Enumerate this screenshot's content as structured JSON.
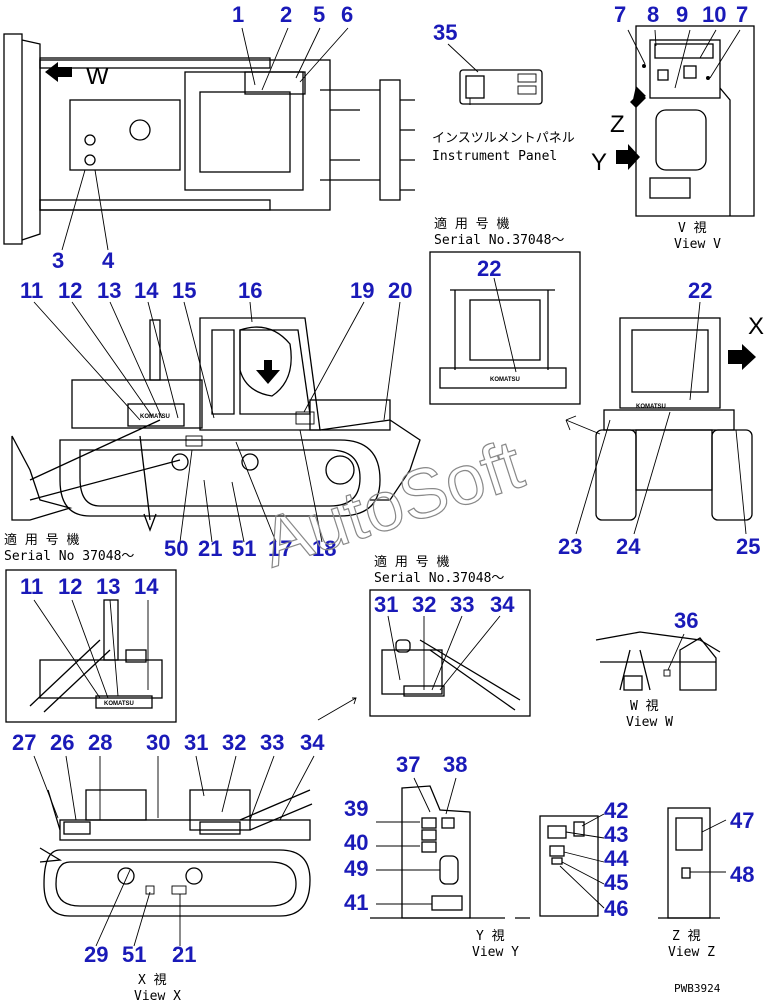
{
  "callouts": [
    {
      "id": "c1",
      "text": "1"
    },
    {
      "id": "c2",
      "text": "2"
    },
    {
      "id": "c5",
      "text": "5"
    },
    {
      "id": "c6",
      "text": "6"
    },
    {
      "id": "c3",
      "text": "3"
    },
    {
      "id": "c4",
      "text": "4"
    },
    {
      "id": "c35",
      "text": "35"
    },
    {
      "id": "c7a",
      "text": "7"
    },
    {
      "id": "c8",
      "text": "8"
    },
    {
      "id": "c9",
      "text": "9"
    },
    {
      "id": "c10",
      "text": "10"
    },
    {
      "id": "c7b",
      "text": "7"
    },
    {
      "id": "c22a",
      "text": "22"
    },
    {
      "id": "c22b",
      "text": "22"
    },
    {
      "id": "c11",
      "text": "11"
    },
    {
      "id": "c12",
      "text": "12"
    },
    {
      "id": "c13",
      "text": "13"
    },
    {
      "id": "c14",
      "text": "14"
    },
    {
      "id": "c15",
      "text": "15"
    },
    {
      "id": "c16",
      "text": "16"
    },
    {
      "id": "c19",
      "text": "19"
    },
    {
      "id": "c20",
      "text": "20"
    },
    {
      "id": "c50",
      "text": "50"
    },
    {
      "id": "c21a",
      "text": "21"
    },
    {
      "id": "c51a",
      "text": "51"
    },
    {
      "id": "c17",
      "text": "17"
    },
    {
      "id": "c18",
      "text": "18"
    },
    {
      "id": "c23",
      "text": "23"
    },
    {
      "id": "c24",
      "text": "24"
    },
    {
      "id": "c25",
      "text": "25"
    },
    {
      "id": "c11b",
      "text": "11"
    },
    {
      "id": "c12b",
      "text": "12"
    },
    {
      "id": "c13b",
      "text": "13"
    },
    {
      "id": "c14b",
      "text": "14"
    },
    {
      "id": "c31a",
      "text": "31"
    },
    {
      "id": "c32a",
      "text": "32"
    },
    {
      "id": "c33a",
      "text": "33"
    },
    {
      "id": "c34a",
      "text": "34"
    },
    {
      "id": "c36",
      "text": "36"
    },
    {
      "id": "c27",
      "text": "27"
    },
    {
      "id": "c26",
      "text": "26"
    },
    {
      "id": "c28",
      "text": "28"
    },
    {
      "id": "c30",
      "text": "30"
    },
    {
      "id": "c31b",
      "text": "31"
    },
    {
      "id": "c32b",
      "text": "32"
    },
    {
      "id": "c33b",
      "text": "33"
    },
    {
      "id": "c34b",
      "text": "34"
    },
    {
      "id": "c37",
      "text": "37"
    },
    {
      "id": "c38",
      "text": "38"
    },
    {
      "id": "c39",
      "text": "39"
    },
    {
      "id": "c40",
      "text": "40"
    },
    {
      "id": "c49",
      "text": "49"
    },
    {
      "id": "c41",
      "text": "41"
    },
    {
      "id": "c42",
      "text": "42"
    },
    {
      "id": "c43",
      "text": "43"
    },
    {
      "id": "c44",
      "text": "44"
    },
    {
      "id": "c45",
      "text": "45"
    },
    {
      "id": "c46",
      "text": "46"
    },
    {
      "id": "c47",
      "text": "47"
    },
    {
      "id": "c48",
      "text": "48"
    },
    {
      "id": "c29",
      "text": "29"
    },
    {
      "id": "c51b",
      "text": "51"
    },
    {
      "id": "c21b",
      "text": "21"
    }
  ],
  "labels": {
    "instrument_panel_jp": "インスツルメントパネル",
    "instrument_panel_en": "Instrument Panel",
    "view_v_jp": "V 視",
    "view_v_en": "View V",
    "serial_jp_1": "適 用 号 機",
    "serial_en_1": "Serial No.37048～",
    "serial_jp_2": "適 用 号 機",
    "serial_en_2": "Serial No 37048～",
    "serial_jp_3": "適 用 号 機",
    "serial_en_3": "Serial No.37048～",
    "view_w_jp": "W 視",
    "view_w_en": "View W",
    "view_y_jp": "Y 視",
    "view_y_en": "View Y",
    "view_z_jp": "Z 視",
    "view_z_en": "View Z",
    "view_x_jp": "X 視",
    "view_x_en": "View X",
    "arrow_w": "W",
    "arrow_z": "Z",
    "arrow_y": "Y",
    "arrow_x": "X",
    "drawing_code": "PWB3924",
    "watermark": "AutoSoft",
    "brand_1": "KOMATSU",
    "brand_2": "KOMATSU",
    "brand_3": "KOMATSU",
    "brand_4": "KOMATSU"
  },
  "colors": {
    "callout": "#1a1ab8",
    "line": "#000000",
    "watermark": "#888888"
  }
}
